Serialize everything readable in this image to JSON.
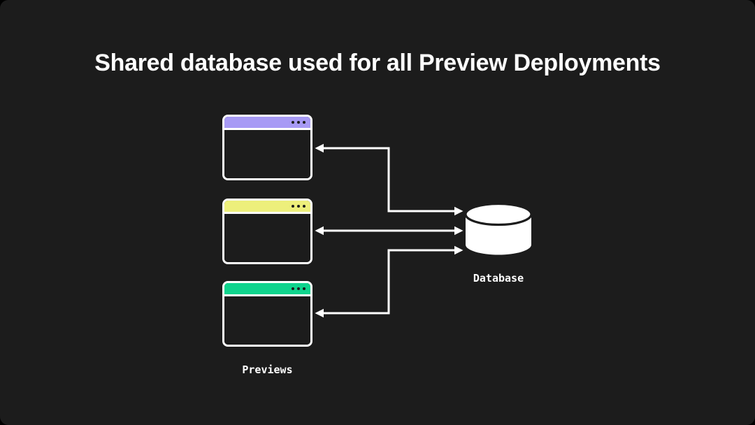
{
  "canvas": {
    "background": "#1c1c1c",
    "outer_background": "#000000"
  },
  "title": {
    "text": "Shared database used for all Preview Deployments",
    "color": "#ffffff"
  },
  "previews": {
    "label": "Previews",
    "label_color": "#ffffff",
    "dot_color": "#1c1c1c",
    "windows": [
      {
        "id": "preview-window-1",
        "titlebar_color": "#a79af5"
      },
      {
        "id": "preview-window-2",
        "titlebar_color": "#edef7b"
      },
      {
        "id": "preview-window-3",
        "titlebar_color": "#0fd48d"
      }
    ]
  },
  "database": {
    "label": "Database",
    "label_color": "#ffffff",
    "icon": "database-cylinder-icon",
    "fill": "#ffffff"
  },
  "arrows": {
    "color": "#ffffff",
    "connections": [
      {
        "from": "preview-window-1",
        "to": "database",
        "bidirectional": true
      },
      {
        "from": "preview-window-2",
        "to": "database",
        "bidirectional": true
      },
      {
        "from": "preview-window-3",
        "to": "database",
        "bidirectional": true
      }
    ]
  }
}
